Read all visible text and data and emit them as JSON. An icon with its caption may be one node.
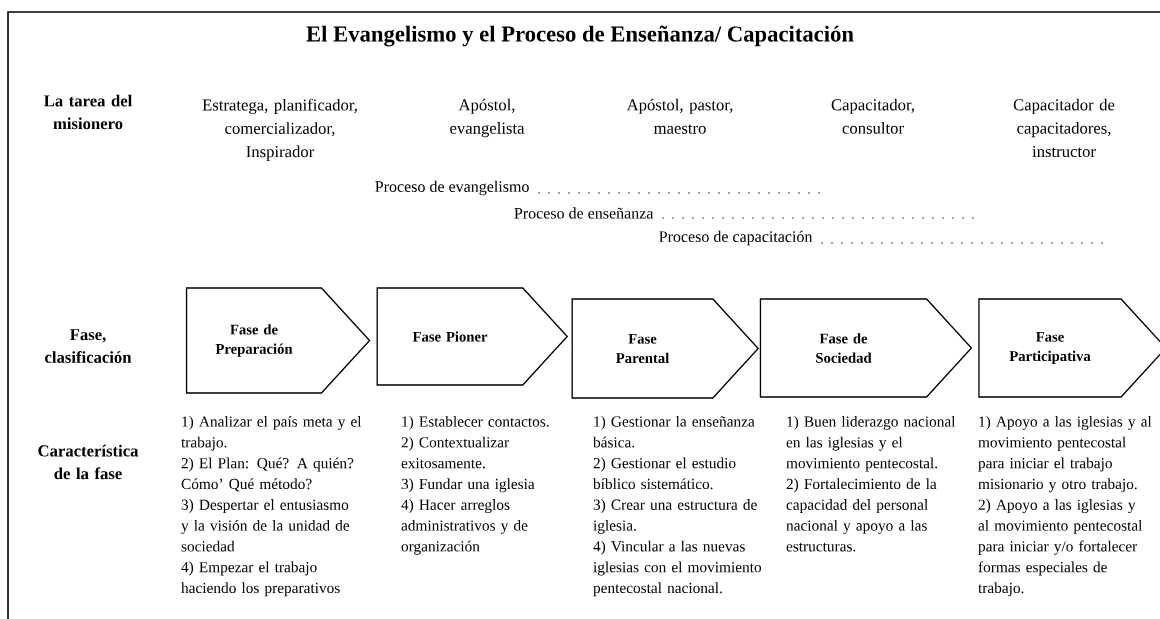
{
  "diagram": {
    "title": "El Evangelismo y el Proceso de Enseñanza/ Capacitación",
    "nodes": [
      {
        "text": [
          "Fase de Preparación"
        ]
      },
      {
        "text": [
          "Fase Pioner"
        ]
      },
      {
        "text": [
          "Fase Parental"
        ]
      },
      {
        "text": [
          "Fase de Sociedad"
        ]
      },
      {
        "text": [
          "Fase Participativa"
        ]
      }
    ],
    "labels": [
      "La tarea del misionero",
      "Estratega, planificador, comercializador, Inspirador",
      "Apóstol, evangelista",
      "Apóstol, pastor, maestro",
      "Capacitador, consultor",
      "Capacitador de capacitadores, instructor",
      "Proceso de evangelismo",
      "Proceso de enseñanza",
      "Proceso de capacitación",
      "Fase, clasificación",
      "Característica de la fase",
      "1) Analizar el país meta y el trabajo.",
      "2) El Plan: Qué? A quién? Cómo’ Qué método?",
      "3) Despertar el entusiasmo y la visión de la unidad de sociedad",
      "4) Empezar el trabajo haciendo los preparativos",
      "1) Establecer contactos.",
      "2) Contextualizar exitosamente.",
      "3) Fundar una iglesia",
      "4) Hacer arreglos administrativos y de organización",
      "1) Gestionar la enseñanza básica.",
      "2) Gestionar el estudio bíblico sistemático.",
      "3) Crear una estructura de iglesia.",
      "4) Vincular a las nuevas iglesias con el movimiento pentecostal nacional.",
      "1) Buen liderazgo nacional en las iglesias y el movimiento pentecostal.",
      "2) Fortalecimiento de la capacidad del personal nacional y apoyo a las estructuras.",
      "1) Apoyo a las iglesias y al movimiento pentecostal para iniciar el trabajo misionario y otro trabajo.",
      "2) Apoyo a las iglesias y al movimiento pentecostal para iniciar y/o fortalecer formas especiales de trabajo."
    ]
  }
}
